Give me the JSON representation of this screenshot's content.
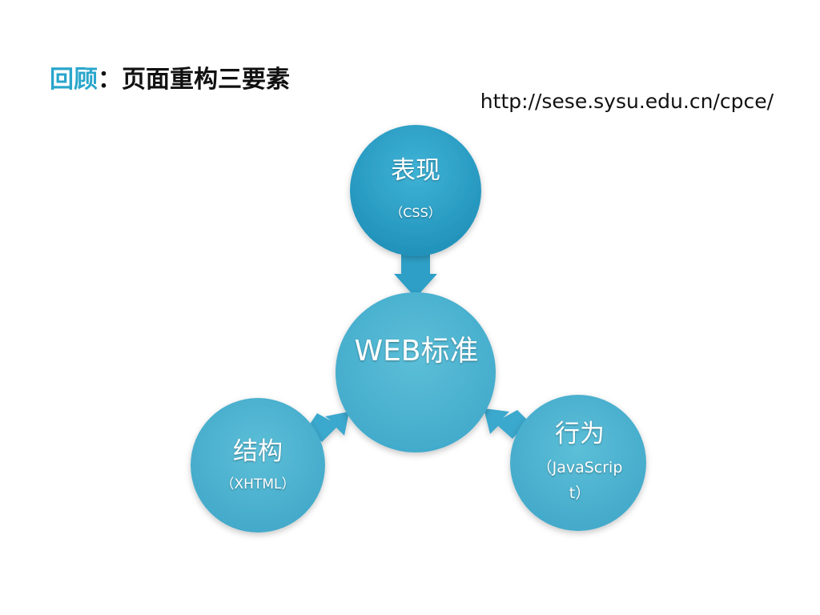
{
  "slide": {
    "title_accent": "回顾",
    "title_rest": "：页面重构三要素",
    "url": "http://sese.sysu.edu.cn/cpce/"
  },
  "diagram": {
    "center": {
      "label": "WEB标准"
    },
    "top": {
      "label": "表现",
      "sub": "（CSS）"
    },
    "left": {
      "label": "结构",
      "sub": "（XHTML）"
    },
    "right": {
      "label": "行为",
      "sub": "（JavaScript）"
    }
  },
  "colors": {
    "title_accent": "#29a6cc",
    "node_light": "#5fc3db",
    "node_dark": "#2b9cc0",
    "arrow": "#3aa8cd"
  }
}
